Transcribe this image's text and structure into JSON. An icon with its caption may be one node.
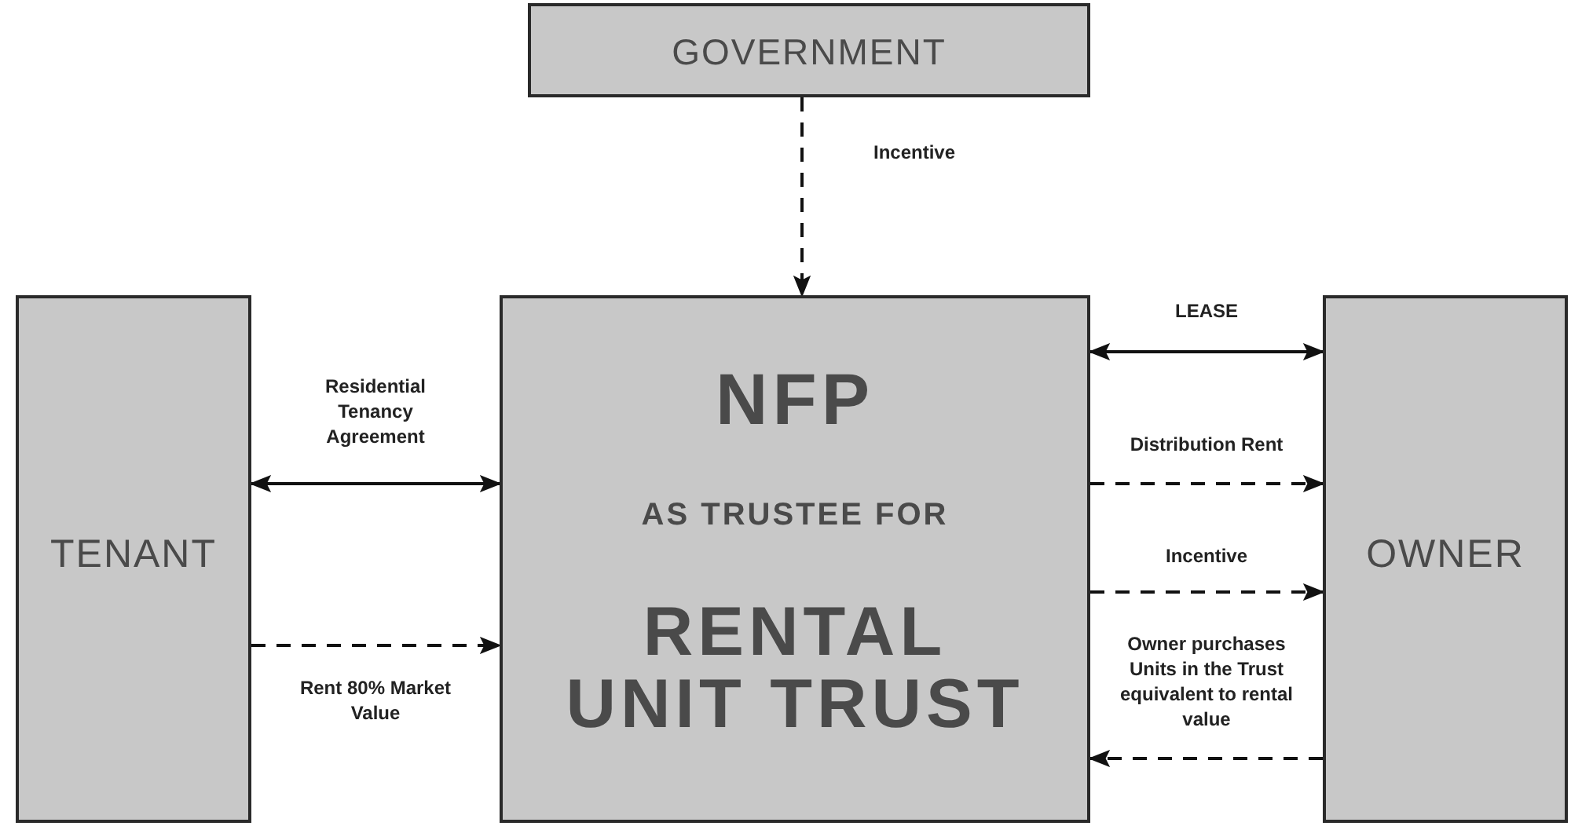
{
  "diagram": {
    "nodes": [
      {
        "text": [
          "GOVERNMENT"
        ]
      },
      {
        "text": [
          "TENANT"
        ]
      },
      {
        "text": [
          "NFP",
          "AS TRUSTEE FOR",
          "RENTAL UNIT TRUST"
        ]
      },
      {
        "text": [
          "OWNER"
        ]
      }
    ],
    "edges": [
      {
        "from": 0,
        "to": 2,
        "arrow": "to",
        "style": "dashed",
        "label": "Incentive"
      },
      {
        "from": 1,
        "to": 2,
        "arrow": "both",
        "label": "Residential Tenancy Agreement"
      },
      {
        "from": 1,
        "to": 2,
        "arrow": "to",
        "style": "dashed",
        "label": "Rent 80% Market Value"
      },
      {
        "from": 2,
        "to": 3,
        "arrow": "both",
        "label": "LEASE"
      },
      {
        "from": 2,
        "to": 3,
        "arrow": "to",
        "style": "dashed",
        "label": "Distribution Rent"
      },
      {
        "from": 2,
        "to": 3,
        "arrow": "to",
        "style": "dashed",
        "label": "Incentive"
      },
      {
        "from": 3,
        "to": 2,
        "arrow": "to",
        "style": "dashed",
        "label": "Owner purchases Units in the Trust equivalent to rental value"
      }
    ]
  }
}
